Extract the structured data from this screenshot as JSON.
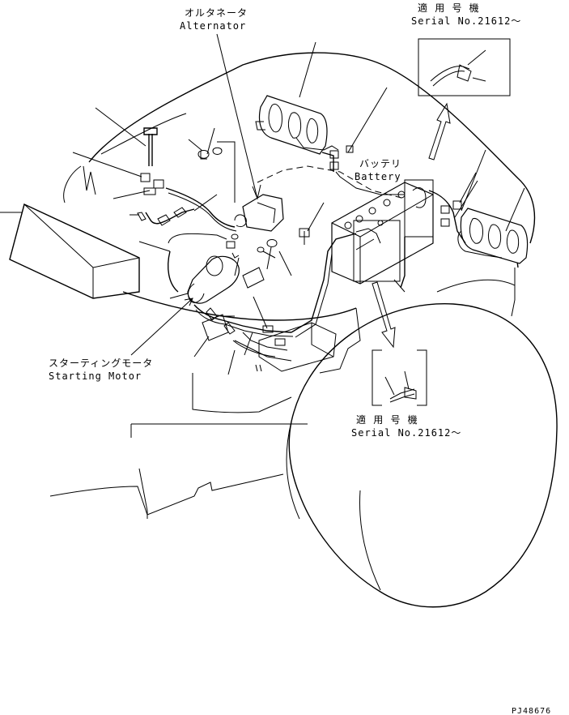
{
  "labels": {
    "alternator_jp": "オルタネータ",
    "alternator_en": "Alternator",
    "battery_jp": "バッテリ",
    "battery_en": "Battery",
    "starting_motor_jp": "スターティングモータ",
    "starting_motor_en": "Starting Motor",
    "serial_top_jp": "適 用 号 機",
    "serial_top_en": "Serial No.21612～",
    "serial_bottom_jp": "適 用 号 機",
    "serial_bottom_en": "Serial No.21612～",
    "drawing_number": "PJ48676"
  }
}
